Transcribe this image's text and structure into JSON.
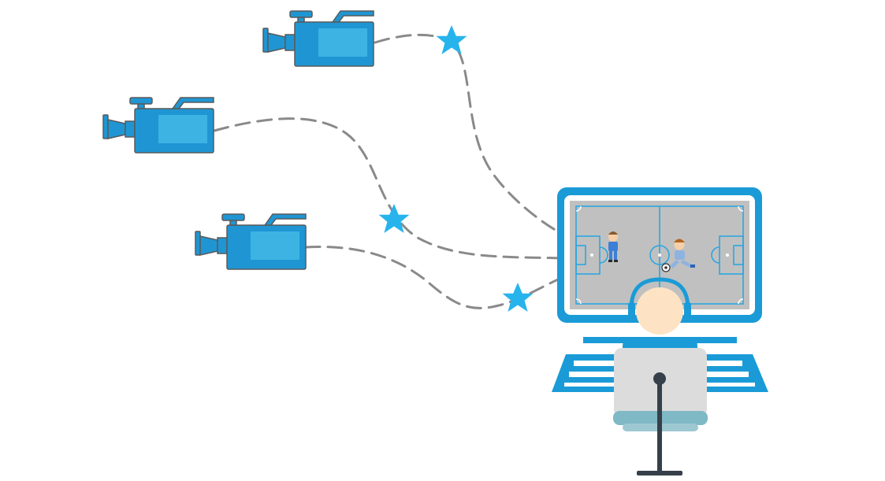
{
  "diagram": {
    "cameras": [
      {
        "id": "camera-1"
      },
      {
        "id": "camera-2"
      },
      {
        "id": "camera-3"
      }
    ],
    "signal_markers": 3,
    "monitor": {
      "screen_content": "soccer-field",
      "players": 2,
      "ball": 1
    },
    "operator": {
      "headset": true,
      "microphone": true
    },
    "colors": {
      "accent": "#1a9bd7",
      "camera_body": "#1f96d3",
      "camera_window": "#3db3e3",
      "star": "#27b4ec",
      "dashed_path": "#8a8a8a",
      "field": "#c0c0c0",
      "field_lines": "#2aa7e0",
      "skin": "#fde3c4",
      "chair": "#dcdcdc",
      "chair_base": "#7fb9c5",
      "mic_stand": "#36404a"
    }
  }
}
